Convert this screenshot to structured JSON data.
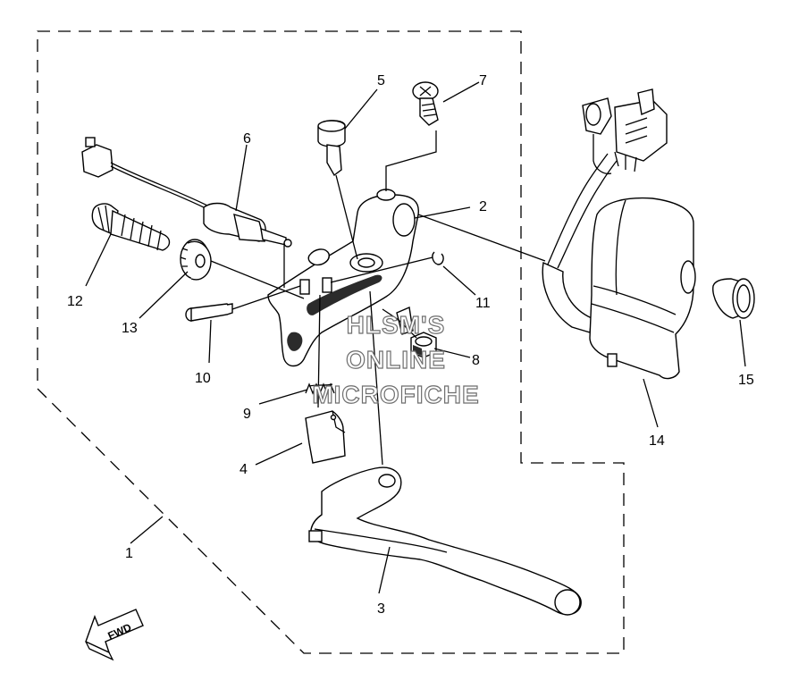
{
  "diagram": {
    "callouts": [
      {
        "id": "1",
        "label": "1"
      },
      {
        "id": "2",
        "label": "2"
      },
      {
        "id": "3",
        "label": "3"
      },
      {
        "id": "4",
        "label": "4"
      },
      {
        "id": "5",
        "label": "5"
      },
      {
        "id": "6",
        "label": "6"
      },
      {
        "id": "7",
        "label": "7"
      },
      {
        "id": "8",
        "label": "8"
      },
      {
        "id": "9",
        "label": "9"
      },
      {
        "id": "10",
        "label": "10"
      },
      {
        "id": "11",
        "label": "11"
      },
      {
        "id": "12",
        "label": "12"
      },
      {
        "id": "13",
        "label": "13"
      },
      {
        "id": "14",
        "label": "14"
      },
      {
        "id": "15",
        "label": "15"
      }
    ],
    "watermark": {
      "line1": "HLSM'S",
      "line2": "ONLINE",
      "line3": "MICROFICHE"
    },
    "direction_arrow": {
      "label": "FWD",
      "icon": "fwd-arrow-icon"
    },
    "colors": {
      "line": "#000000",
      "background": "#ffffff",
      "watermark_outline": "#6e6e6e"
    }
  }
}
